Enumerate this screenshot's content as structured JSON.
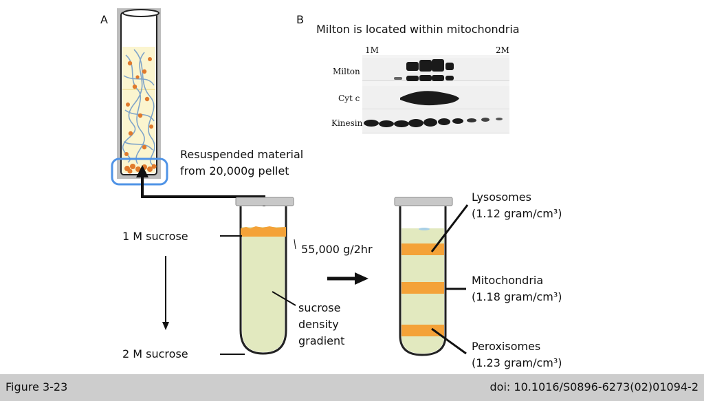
{
  "panels": {
    "a_label": "A",
    "b_label": "B"
  },
  "blot": {
    "title": "Milton is located within mitochondria",
    "axis_left": "1M",
    "axis_right": "2M",
    "rows": [
      "Milton",
      "Cyt c",
      "Kinesin"
    ]
  },
  "labels": {
    "resuspended": "Resuspended material\nfrom 20,000g pellet",
    "top_sucrose": "1 M sucrose",
    "bottom_sucrose": "2 M sucrose",
    "gradient": "sucrose\ndensity\ngradient",
    "spin": "55,000 g/2hr"
  },
  "organelles": [
    {
      "name": "Lysosomes",
      "density": "(1.12 gram/cm³)"
    },
    {
      "name": "Mitochondria",
      "density": "(1.18 gram/cm³)"
    },
    {
      "name": "Peroxisomes",
      "density": "(1.23 gram/cm³)"
    }
  ],
  "footer": {
    "figure": "Figure 3-23",
    "doi": "doi: 10.1016/S0896-6273(02)01094-2"
  },
  "colors": {
    "band": "#f4a238",
    "gradient_fill": "#e2e9bf",
    "highlight": "#4f93e6",
    "footer_bg": "#cdcdcd"
  }
}
